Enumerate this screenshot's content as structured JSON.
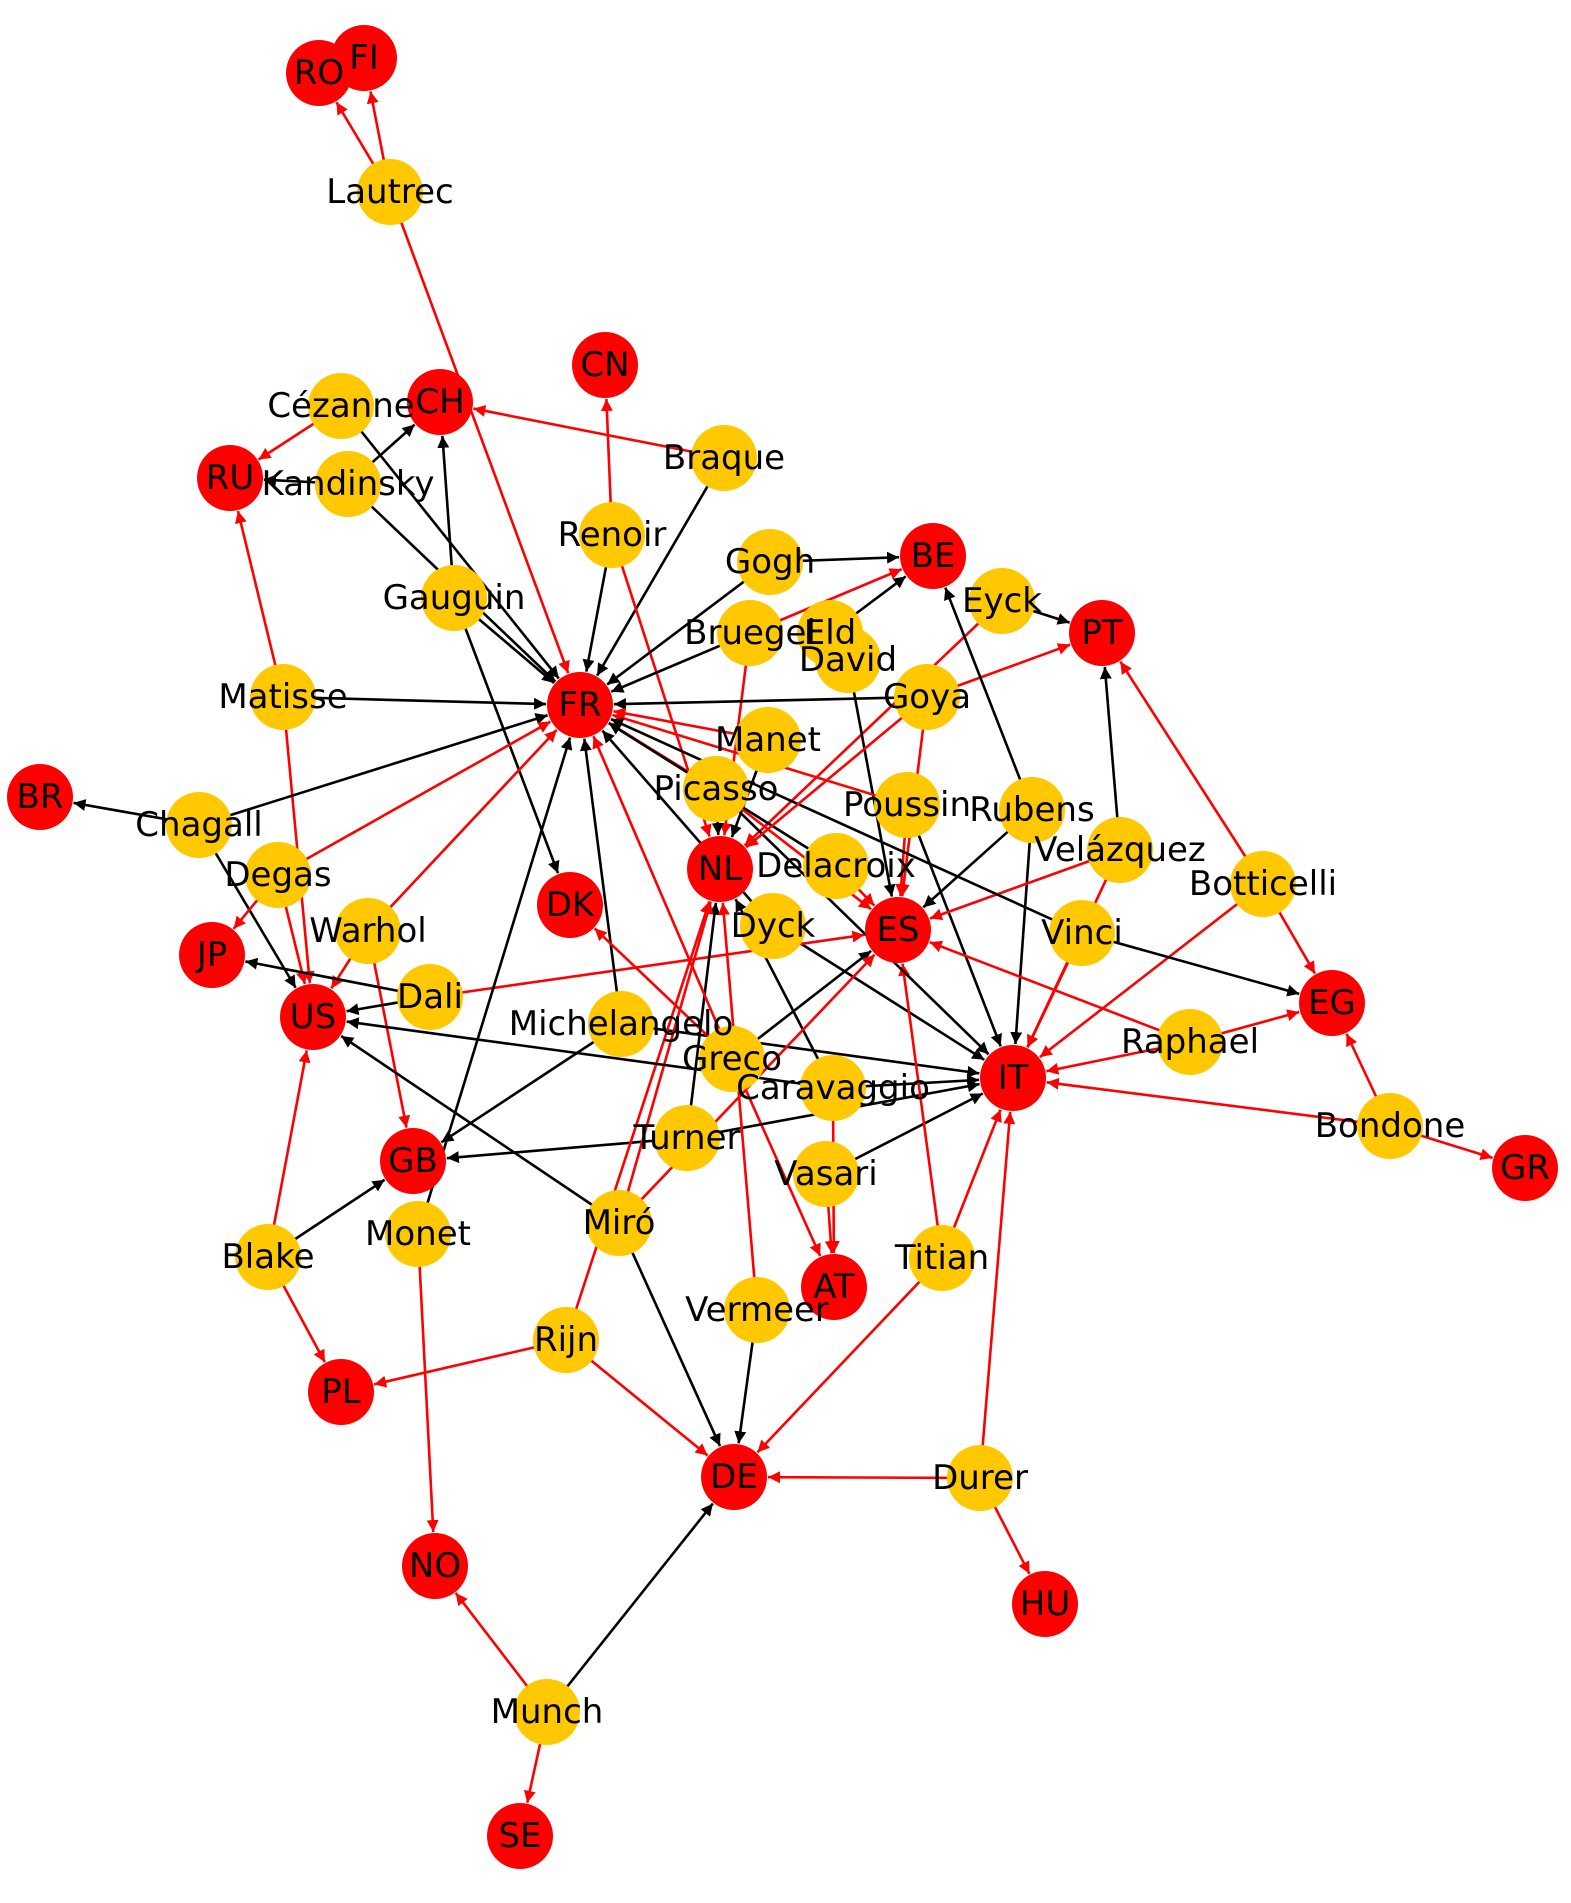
{
  "colors": {
    "artist_node": "#FFC800",
    "country_node": "#FF0000",
    "edge_black": "#000000",
    "edge_red": "#FF0000",
    "label": "#000000"
  },
  "nodes": {
    "artists": [
      "Lautrec",
      "Cézanne",
      "Kandinsky",
      "Braque",
      "Renoir",
      "Gogh",
      "Gauguin",
      "Eyck",
      "Bruegel",
      "Eld",
      "David",
      "Goya",
      "Matisse",
      "Manet",
      "Picasso",
      "Poussin",
      "Rubens",
      "Chagall",
      "Velázquez",
      "Delacroix",
      "Degas",
      "Botticelli",
      "Warhol",
      "Dyck",
      "Vinci",
      "Dali",
      "Michelangelo",
      "Raphael",
      "Greco",
      "Caravaggio",
      "Bondone",
      "Turner",
      "Vasari",
      "Monet",
      "Miró",
      "Blake",
      "Titian",
      "Vermeer",
      "Rijn",
      "Durer",
      "Munch"
    ],
    "countries": [
      "RO",
      "FI",
      "CN",
      "CH",
      "RU",
      "BE",
      "PT",
      "FR",
      "BR",
      "NL",
      "DK",
      "ES",
      "JP",
      "EG",
      "US",
      "IT",
      "GR",
      "GB",
      "AT",
      "PL",
      "DE",
      "NO",
      "HU",
      "SE"
    ]
  },
  "edges": [
    {
      "from": "Lautrec",
      "to": "RO",
      "color": "red"
    },
    {
      "from": "Lautrec",
      "to": "FI",
      "color": "red"
    },
    {
      "from": "Lautrec",
      "to": "FR",
      "color": "red"
    },
    {
      "from": "Cézanne",
      "to": "RU",
      "color": "red"
    },
    {
      "from": "Cézanne",
      "to": "FR",
      "color": "black"
    },
    {
      "from": "Kandinsky",
      "to": "RU",
      "color": "black"
    },
    {
      "from": "Kandinsky",
      "to": "CH",
      "color": "black"
    },
    {
      "from": "Kandinsky",
      "to": "FR",
      "color": "black"
    },
    {
      "from": "Braque",
      "to": "CH",
      "color": "red"
    },
    {
      "from": "Braque",
      "to": "FR",
      "color": "black"
    },
    {
      "from": "Renoir",
      "to": "CN",
      "color": "red"
    },
    {
      "from": "Renoir",
      "to": "FR",
      "color": "black"
    },
    {
      "from": "Renoir",
      "to": "NL",
      "color": "red"
    },
    {
      "from": "Gogh",
      "to": "BE",
      "color": "black"
    },
    {
      "from": "Gogh",
      "to": "FR",
      "color": "black"
    },
    {
      "from": "Gauguin",
      "to": "CH",
      "color": "black"
    },
    {
      "from": "Gauguin",
      "to": "FR",
      "color": "black"
    },
    {
      "from": "Gauguin",
      "to": "DK",
      "color": "black"
    },
    {
      "from": "Eyck",
      "to": "PT",
      "color": "black"
    },
    {
      "from": "Eyck",
      "to": "NL",
      "color": "red"
    },
    {
      "from": "Bruegel",
      "to": "BE",
      "color": "red"
    },
    {
      "from": "Bruegel",
      "to": "FR",
      "color": "black"
    },
    {
      "from": "Bruegel",
      "to": "NL",
      "color": "red"
    },
    {
      "from": "Eld",
      "to": "BE",
      "color": "black"
    },
    {
      "from": "David",
      "to": "ES",
      "color": "black"
    },
    {
      "from": "Goya",
      "to": "FR",
      "color": "black"
    },
    {
      "from": "Goya",
      "to": "PT",
      "color": "red"
    },
    {
      "from": "Goya",
      "to": "ES",
      "color": "red"
    },
    {
      "from": "Matisse",
      "to": "FR",
      "color": "black"
    },
    {
      "from": "Matisse",
      "to": "RU",
      "color": "red"
    },
    {
      "from": "Matisse",
      "to": "US",
      "color": "red"
    },
    {
      "from": "Manet",
      "to": "FR",
      "color": "red"
    },
    {
      "from": "Manet",
      "to": "NL",
      "color": "black"
    },
    {
      "from": "Picasso",
      "to": "FR",
      "color": "red"
    },
    {
      "from": "Picasso",
      "to": "ES",
      "color": "red"
    },
    {
      "from": "Picasso",
      "to": "NL",
      "color": "black"
    },
    {
      "from": "Poussin",
      "to": "FR",
      "color": "red"
    },
    {
      "from": "Poussin",
      "to": "IT",
      "color": "black"
    },
    {
      "from": "Poussin",
      "to": "ES",
      "color": "red"
    },
    {
      "from": "Rubens",
      "to": "BE",
      "color": "black"
    },
    {
      "from": "Rubens",
      "to": "ES",
      "color": "black"
    },
    {
      "from": "Rubens",
      "to": "IT",
      "color": "black"
    },
    {
      "from": "Chagall",
      "to": "BR",
      "color": "black"
    },
    {
      "from": "Chagall",
      "to": "FR",
      "color": "black"
    },
    {
      "from": "Chagall",
      "to": "US",
      "color": "black"
    },
    {
      "from": "Velázquez",
      "to": "PT",
      "color": "black"
    },
    {
      "from": "Velázquez",
      "to": "ES",
      "color": "red"
    },
    {
      "from": "Velázquez",
      "to": "IT",
      "color": "red"
    },
    {
      "from": "Delacroix",
      "to": "FR",
      "color": "black"
    },
    {
      "from": "Delacroix",
      "to": "ES",
      "color": "red"
    },
    {
      "from": "Degas",
      "to": "FR",
      "color": "red"
    },
    {
      "from": "Degas",
      "to": "JP",
      "color": "red"
    },
    {
      "from": "Degas",
      "to": "US",
      "color": "red"
    },
    {
      "from": "Botticelli",
      "to": "PT",
      "color": "red"
    },
    {
      "from": "Botticelli",
      "to": "EG",
      "color": "red"
    },
    {
      "from": "Botticelli",
      "to": "IT",
      "color": "red"
    },
    {
      "from": "Warhol",
      "to": "US",
      "color": "red"
    },
    {
      "from": "Warhol",
      "to": "GB",
      "color": "red"
    },
    {
      "from": "Warhol",
      "to": "FR",
      "color": "red"
    },
    {
      "from": "Dyck",
      "to": "FR",
      "color": "black"
    },
    {
      "from": "Dyck",
      "to": "IT",
      "color": "black"
    },
    {
      "from": "Vinci",
      "to": "FR",
      "color": "black"
    },
    {
      "from": "Vinci",
      "to": "EG",
      "color": "black"
    },
    {
      "from": "Vinci",
      "to": "IT",
      "color": "red"
    },
    {
      "from": "Dali",
      "to": "JP",
      "color": "black"
    },
    {
      "from": "Dali",
      "to": "US",
      "color": "black"
    },
    {
      "from": "Dali",
      "to": "ES",
      "color": "red"
    },
    {
      "from": "Michelangelo",
      "to": "FR",
      "color": "black"
    },
    {
      "from": "Michelangelo",
      "to": "GB",
      "color": "black"
    },
    {
      "from": "Michelangelo",
      "to": "IT",
      "color": "black"
    },
    {
      "from": "Raphael",
      "to": "ES",
      "color": "red"
    },
    {
      "from": "Raphael",
      "to": "EG",
      "color": "red"
    },
    {
      "from": "Raphael",
      "to": "IT",
      "color": "red"
    },
    {
      "from": "Greco",
      "to": "DK",
      "color": "red"
    },
    {
      "from": "Greco",
      "to": "ES",
      "color": "black"
    },
    {
      "from": "Greco",
      "to": "AT",
      "color": "red"
    },
    {
      "from": "Caravaggio",
      "to": "NL",
      "color": "black"
    },
    {
      "from": "Caravaggio",
      "to": "IT",
      "color": "black"
    },
    {
      "from": "Caravaggio",
      "to": "AT",
      "color": "red"
    },
    {
      "from": "Bondone",
      "to": "EG",
      "color": "red"
    },
    {
      "from": "Bondone",
      "to": "GR",
      "color": "red"
    },
    {
      "from": "Bondone",
      "to": "IT",
      "color": "red"
    },
    {
      "from": "Turner",
      "to": "NL",
      "color": "black"
    },
    {
      "from": "Turner",
      "to": "GB",
      "color": "black"
    },
    {
      "from": "Turner",
      "to": "IT",
      "color": "black"
    },
    {
      "from": "Vasari",
      "to": "IT",
      "color": "black"
    },
    {
      "from": "Vasari",
      "to": "AT",
      "color": "red"
    },
    {
      "from": "Monet",
      "to": "FR",
      "color": "black"
    },
    {
      "from": "Monet",
      "to": "NO",
      "color": "red"
    },
    {
      "from": "Miró",
      "to": "NL",
      "color": "red"
    },
    {
      "from": "Miró",
      "to": "ES",
      "color": "red"
    },
    {
      "from": "Miró",
      "to": "US",
      "color": "black"
    },
    {
      "from": "Miró",
      "to": "DE",
      "color": "black"
    },
    {
      "from": "Blake",
      "to": "US",
      "color": "red"
    },
    {
      "from": "Blake",
      "to": "GB",
      "color": "black"
    },
    {
      "from": "Blake",
      "to": "PL",
      "color": "red"
    },
    {
      "from": "Titian",
      "to": "ES",
      "color": "red"
    },
    {
      "from": "Titian",
      "to": "IT",
      "color": "red"
    },
    {
      "from": "Titian",
      "to": "DE",
      "color": "red"
    },
    {
      "from": "Vermeer",
      "to": "NL",
      "color": "red"
    },
    {
      "from": "Vermeer",
      "to": "DE",
      "color": "black"
    },
    {
      "from": "Rijn",
      "to": "PL",
      "color": "red"
    },
    {
      "from": "Rijn",
      "to": "DE",
      "color": "red"
    },
    {
      "from": "Rijn",
      "to": "NL",
      "color": "red"
    },
    {
      "from": "Durer",
      "to": "DE",
      "color": "red"
    },
    {
      "from": "Durer",
      "to": "HU",
      "color": "red"
    },
    {
      "from": "Durer",
      "to": "IT",
      "color": "red"
    },
    {
      "from": "Munch",
      "to": "NO",
      "color": "red"
    },
    {
      "from": "Munch",
      "to": "DE",
      "color": "black"
    },
    {
      "from": "Munch",
      "to": "SE",
      "color": "red"
    },
    {
      "from": "Picasso",
      "to": "IT",
      "color": "black"
    },
    {
      "from": "Goya",
      "to": "NL",
      "color": "red"
    },
    {
      "from": "Caravaggio",
      "to": "US",
      "color": "black"
    },
    {
      "from": "Greco",
      "to": "FR",
      "color": "red"
    }
  ]
}
